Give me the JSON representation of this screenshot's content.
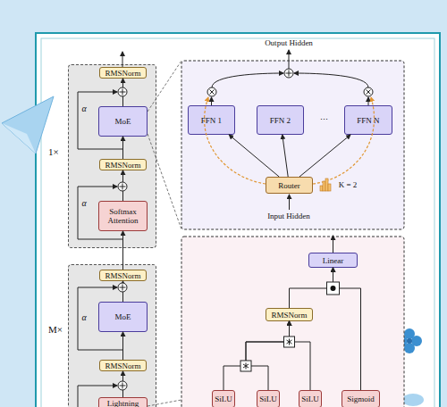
{
  "diagram": {
    "nodes": [
      {
        "text": [
          "1×"
        ]
      },
      {
        "text": [
          "RMSNorm"
        ],
        "in": 0
      },
      {
        "text": [
          "MoE"
        ],
        "in": 0
      },
      {
        "text": [
          "RMSNorm"
        ],
        "in": 0
      },
      {
        "text": [
          "Softmax Attention"
        ],
        "in": 0
      },
      {
        "text": [
          "M×"
        ]
      },
      {
        "text": [
          "RMSNorm"
        ],
        "in": 5
      },
      {
        "text": [
          "MoE"
        ],
        "in": 5
      },
      {
        "text": [
          "RMSNorm"
        ],
        "in": 5
      },
      {
        "text": [
          "Lightning"
        ],
        "in": 5
      },
      {
        "text": [
          "FFN 1"
        ]
      },
      {
        "text": [
          "FFN 2"
        ]
      },
      {
        "text": [
          "FFN N"
        ]
      },
      {
        "text": [
          "Router"
        ]
      },
      {
        "text": [
          "Linear"
        ]
      },
      {
        "text": [
          "RMSNorm"
        ]
      },
      {
        "text": [
          "SiLU"
        ]
      },
      {
        "text": [
          "SiLU"
        ]
      },
      {
        "text": [
          "SiLU"
        ]
      },
      {
        "text": [
          "Sigmoid"
        ]
      }
    ],
    "edges": [
      {
        "from": 2,
        "to": 1,
        "arrow": "to"
      },
      {
        "from": 3,
        "to": 2,
        "arrow": "to"
      },
      {
        "from": 4,
        "to": 3,
        "arrow": "to"
      },
      {
        "from": 6,
        "to": 4,
        "arrow": "to"
      },
      {
        "from": 7,
        "to": 6,
        "arrow": "to"
      },
      {
        "from": 8,
        "to": 7,
        "arrow": "to"
      },
      {
        "from": 9,
        "to": 8,
        "arrow": "to"
      },
      {
        "from": 13,
        "to": 10,
        "arrow": "to"
      },
      {
        "from": 13,
        "to": 11,
        "arrow": "to"
      },
      {
        "from": 13,
        "to": 12,
        "arrow": "to"
      },
      {
        "from": 16,
        "to": 15,
        "arrow": "to"
      },
      {
        "from": 17,
        "to": 15,
        "arrow": "to"
      },
      {
        "from": 18,
        "to": 15,
        "arrow": "to"
      },
      {
        "from": 15,
        "to": 14,
        "arrow": "to"
      },
      {
        "from": 19,
        "to": 14,
        "arrow": "to"
      }
    ],
    "labels": [
      "Output Hidden",
      "⋯",
      "K = 2",
      "Input Hidden",
      "α",
      "α",
      "α"
    ]
  }
}
